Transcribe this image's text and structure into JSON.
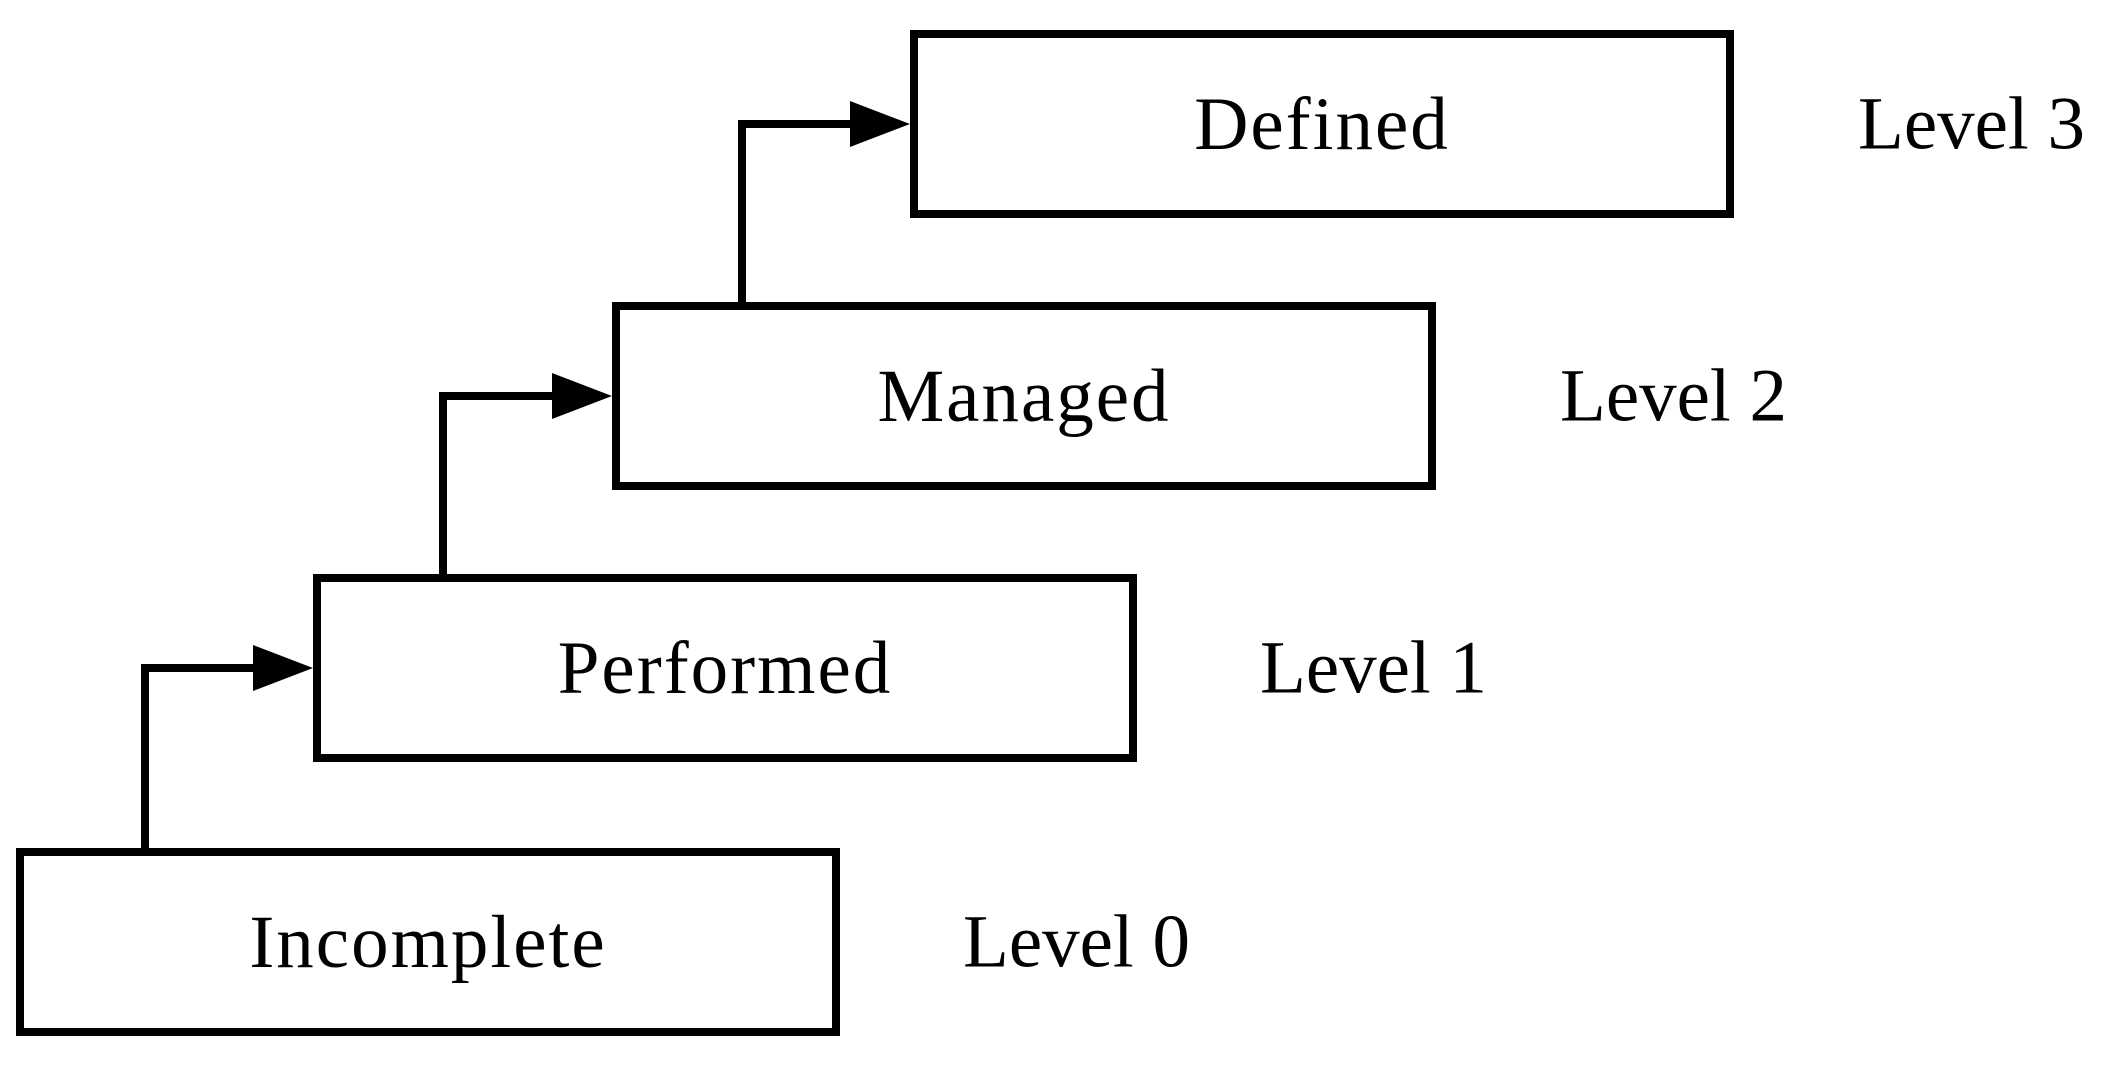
{
  "diagram": {
    "type": "staircase-maturity-diagram",
    "background_color": "#ffffff",
    "line_color": "#000000",
    "levels": [
      {
        "box_label": "Incomplete",
        "level_label": "Level 0"
      },
      {
        "box_label": "Performed",
        "level_label": "Level 1"
      },
      {
        "box_label": "Managed",
        "level_label": "Level 2"
      },
      {
        "box_label": "Defined",
        "level_label": "Level 3"
      }
    ],
    "arrows": [
      {
        "from": "Incomplete",
        "to": "Performed"
      },
      {
        "from": "Performed",
        "to": "Managed"
      },
      {
        "from": "Managed",
        "to": "Defined"
      }
    ]
  }
}
